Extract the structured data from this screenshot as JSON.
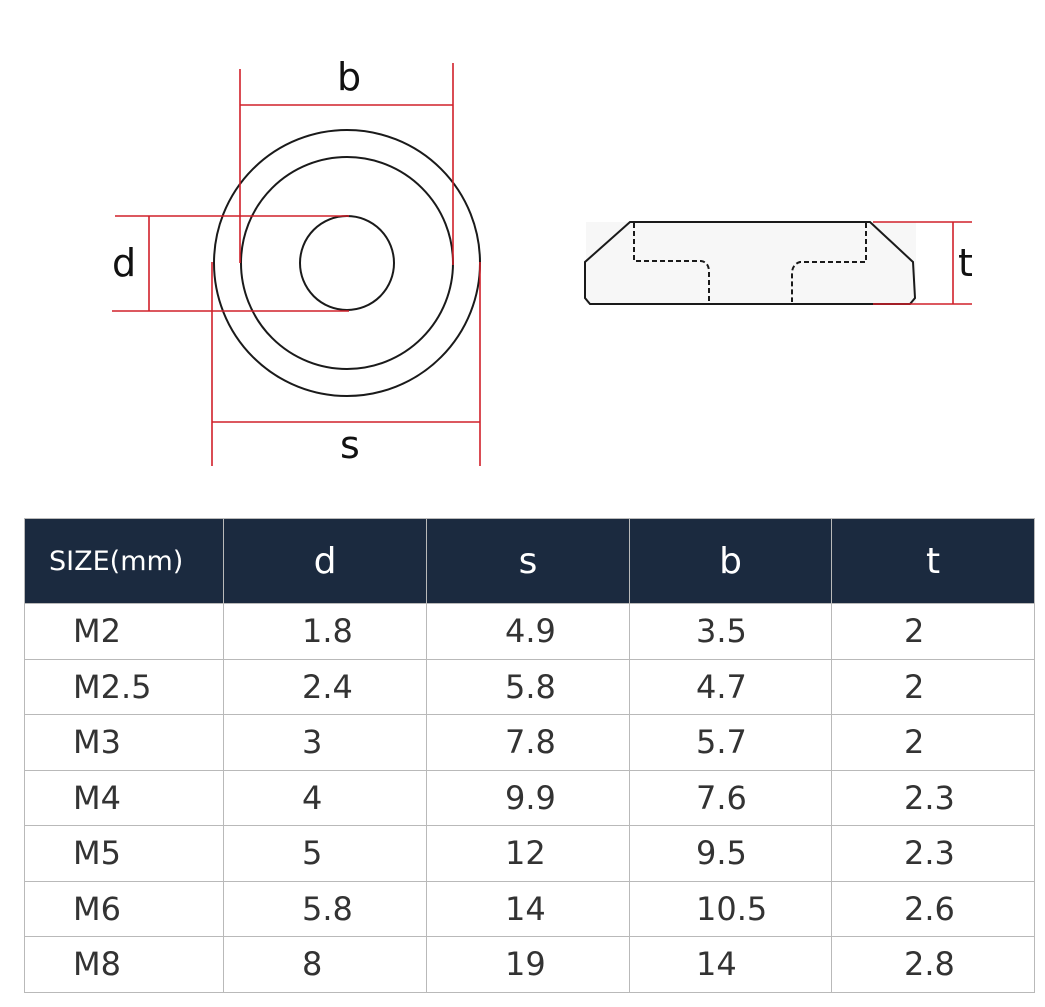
{
  "diagram": {
    "front_view": {
      "labels": {
        "b": "b",
        "d": "d",
        "s": "s"
      }
    },
    "side_view": {
      "labels": {
        "t": "t"
      }
    },
    "colors": {
      "outline": "#1a1a1a",
      "dimension": "#d0202a"
    }
  },
  "table": {
    "header_bg": "#1b2a3f",
    "headers": [
      "SIZE(mm)",
      "d",
      "s",
      "b",
      "t"
    ],
    "rows": [
      [
        "M2",
        "1.8",
        "4.9",
        "3.5",
        "2"
      ],
      [
        "M2.5",
        "2.4",
        "5.8",
        "4.7",
        "2"
      ],
      [
        "M3",
        "3",
        "7.8",
        "5.7",
        "2"
      ],
      [
        "M4",
        "4",
        "9.9",
        "7.6",
        "2.3"
      ],
      [
        "M5",
        "5",
        "12",
        "9.5",
        "2.3"
      ],
      [
        "M6",
        "5.8",
        "14",
        "10.5",
        "2.6"
      ],
      [
        "M8",
        "8",
        "19",
        "14",
        "2.8"
      ]
    ]
  }
}
